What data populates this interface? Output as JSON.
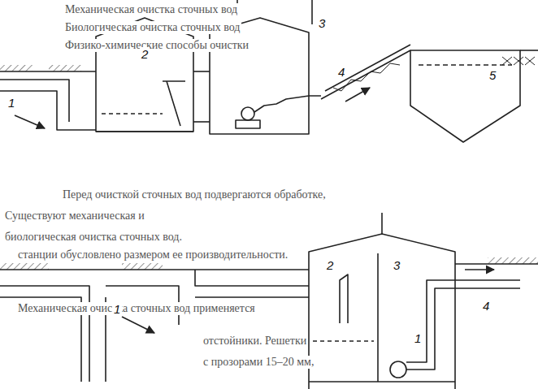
{
  "diagram": {
    "labels": [
      "Механическая очистка сточных вод",
      "Биологическая очистка сточных вод",
      "Физико-химические способы очистки",
      "1",
      "2",
      "3",
      "4",
      "5",
      "Перед очисткой сточных вод подвергаются обработке,",
      "Существуют механическая и",
      "биологическая очистка сточных вод.",
      "станции обусловлено размером ее производительности.",
      "Механическая очистка сточных вод применяется",
      "отстойники. Решетки",
      "с прозорами 15–20 мм,",
      "1",
      "2",
      "3",
      "1",
      "4"
    ]
  }
}
